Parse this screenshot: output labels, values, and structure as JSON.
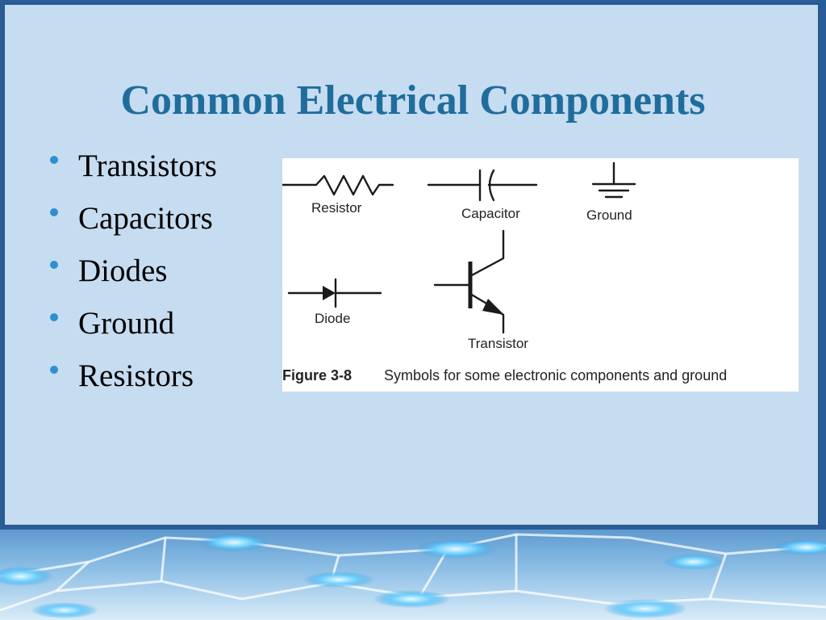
{
  "slide": {
    "title": "Common Electrical Components",
    "bullets": [
      "Transistors",
      "Capacitors",
      "Diodes",
      "Ground",
      "Resistors"
    ]
  },
  "figure": {
    "symbols": {
      "resistor": "Resistor",
      "capacitor": "Capacitor",
      "ground": "Ground",
      "diode": "Diode",
      "transistor": "Transistor"
    },
    "caption_number": "Figure 3-8",
    "caption_text": "Symbols for some electronic components and ground"
  },
  "colors": {
    "title": "#1f6d9c",
    "panel_background": "#c6dcf0",
    "frame": "#27598f",
    "bullet": "#2f8fcf"
  }
}
